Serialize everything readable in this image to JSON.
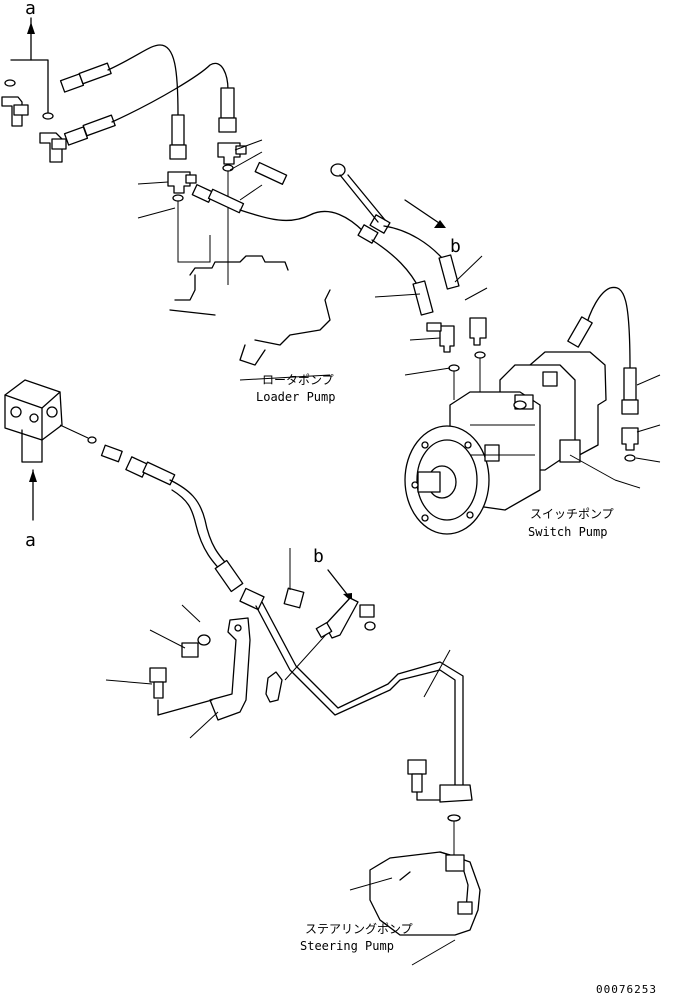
{
  "labels": {
    "ref_a_top": "a",
    "ref_a_left": "a",
    "ref_b_right": "b",
    "ref_b_bracket": "b",
    "loader_pump_jp": "ロータポンプ",
    "loader_pump_en": "Loader Pump",
    "switch_pump_jp": "スイッチポンプ",
    "switch_pump_en": "Switch Pump",
    "steering_pump_jp": "ステアリングポンプ",
    "steering_pump_en": "Steering Pump",
    "drawing_number": "00076253"
  }
}
